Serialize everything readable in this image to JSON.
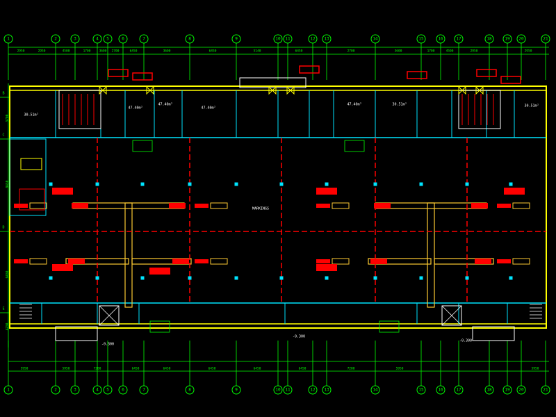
{
  "colors": {
    "background": "#000000",
    "grid": "#00ff00",
    "wall": "#ffff00",
    "inner": "#00e5ff",
    "duct": "#ffcc33",
    "equipment": "#ff0000",
    "dim": "#00ff00",
    "white": "#ffffff"
  },
  "axes_top": [
    "1",
    "2",
    "3",
    "4",
    "5",
    "6",
    "7",
    "8",
    "9",
    "10",
    "11",
    "12",
    "13",
    "14",
    "15",
    "16",
    "17",
    "18",
    "19",
    "20",
    "21"
  ],
  "axes_bottom": [
    "1",
    "2",
    "3",
    "4",
    "5",
    "6",
    "7",
    "8",
    "9",
    "10",
    "11",
    "12",
    "13",
    "14",
    "15",
    "16",
    "17",
    "18",
    "19",
    "20",
    "21"
  ],
  "axes_left": [
    "B",
    "C",
    "D",
    "E"
  ],
  "dims_top": [
    "2950",
    "2950",
    "4500",
    "1700",
    "3600",
    "2700",
    "6450",
    "3600",
    "6450",
    "5140",
    "6450",
    "2700",
    "3600",
    "1700",
    "4500",
    "2950",
    "2950"
  ],
  "dims_bottom": [
    "5950",
    "5950",
    "7200",
    "6450",
    "6450",
    "6450",
    "6450",
    "6450",
    "7200",
    "5950",
    "5950"
  ],
  "dims_left": [
    "5700",
    "9450",
    "9450",
    "4250"
  ],
  "room_labels": [
    "30.51m²",
    "47.40m²",
    "47.40m²",
    "47.40m²",
    "47.40m²",
    "30.51m²",
    "30.51m²"
  ],
  "center_label": "MARKINGS",
  "elev_labels": [
    "-0.300",
    "-0.300",
    "-0.300"
  ]
}
